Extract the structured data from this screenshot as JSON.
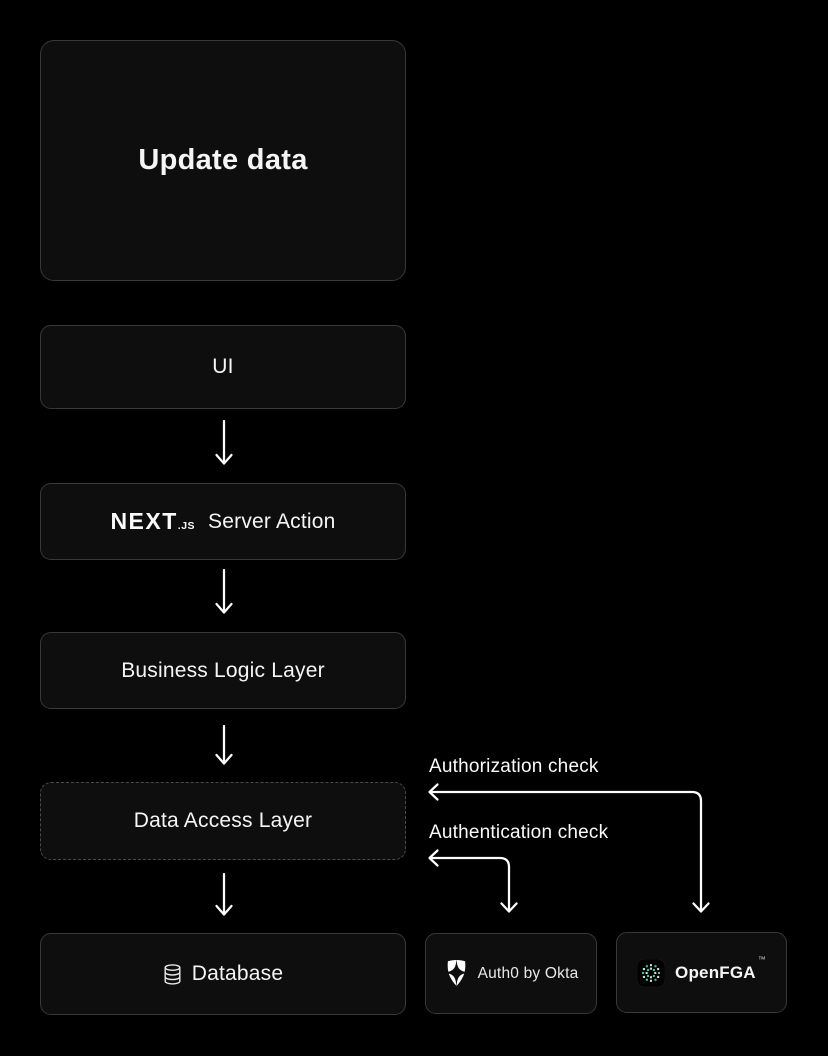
{
  "colors": {
    "background": "#000000",
    "node_fill": "#0e0e0e",
    "node_border": "#383838",
    "dashed_border": "#4a4a4a",
    "text": "#f5f5f5",
    "arrow": "#fcfcfc",
    "openfga_teal": "#41c3a2"
  },
  "nodes": {
    "update_data": {
      "label": "Update data"
    },
    "ui": {
      "label": "UI"
    },
    "server_action": {
      "brand": "NEXT",
      "brand_suffix": ".JS",
      "label": "Server Action"
    },
    "business_logic": {
      "label": "Business Logic Layer"
    },
    "data_access": {
      "label": "Data Access Layer"
    },
    "database": {
      "label": "Database",
      "icon": "database-cylinder-icon"
    },
    "auth0": {
      "label": "Auth0 by Okta",
      "icon": "auth0-shield-icon"
    },
    "openfga": {
      "label": "OpenFGA",
      "trademark": "™",
      "icon": "openfga-pixel-grid-icon"
    }
  },
  "annotations": {
    "authorization_check": "Authorization check",
    "authentication_check": "Authentication check"
  }
}
